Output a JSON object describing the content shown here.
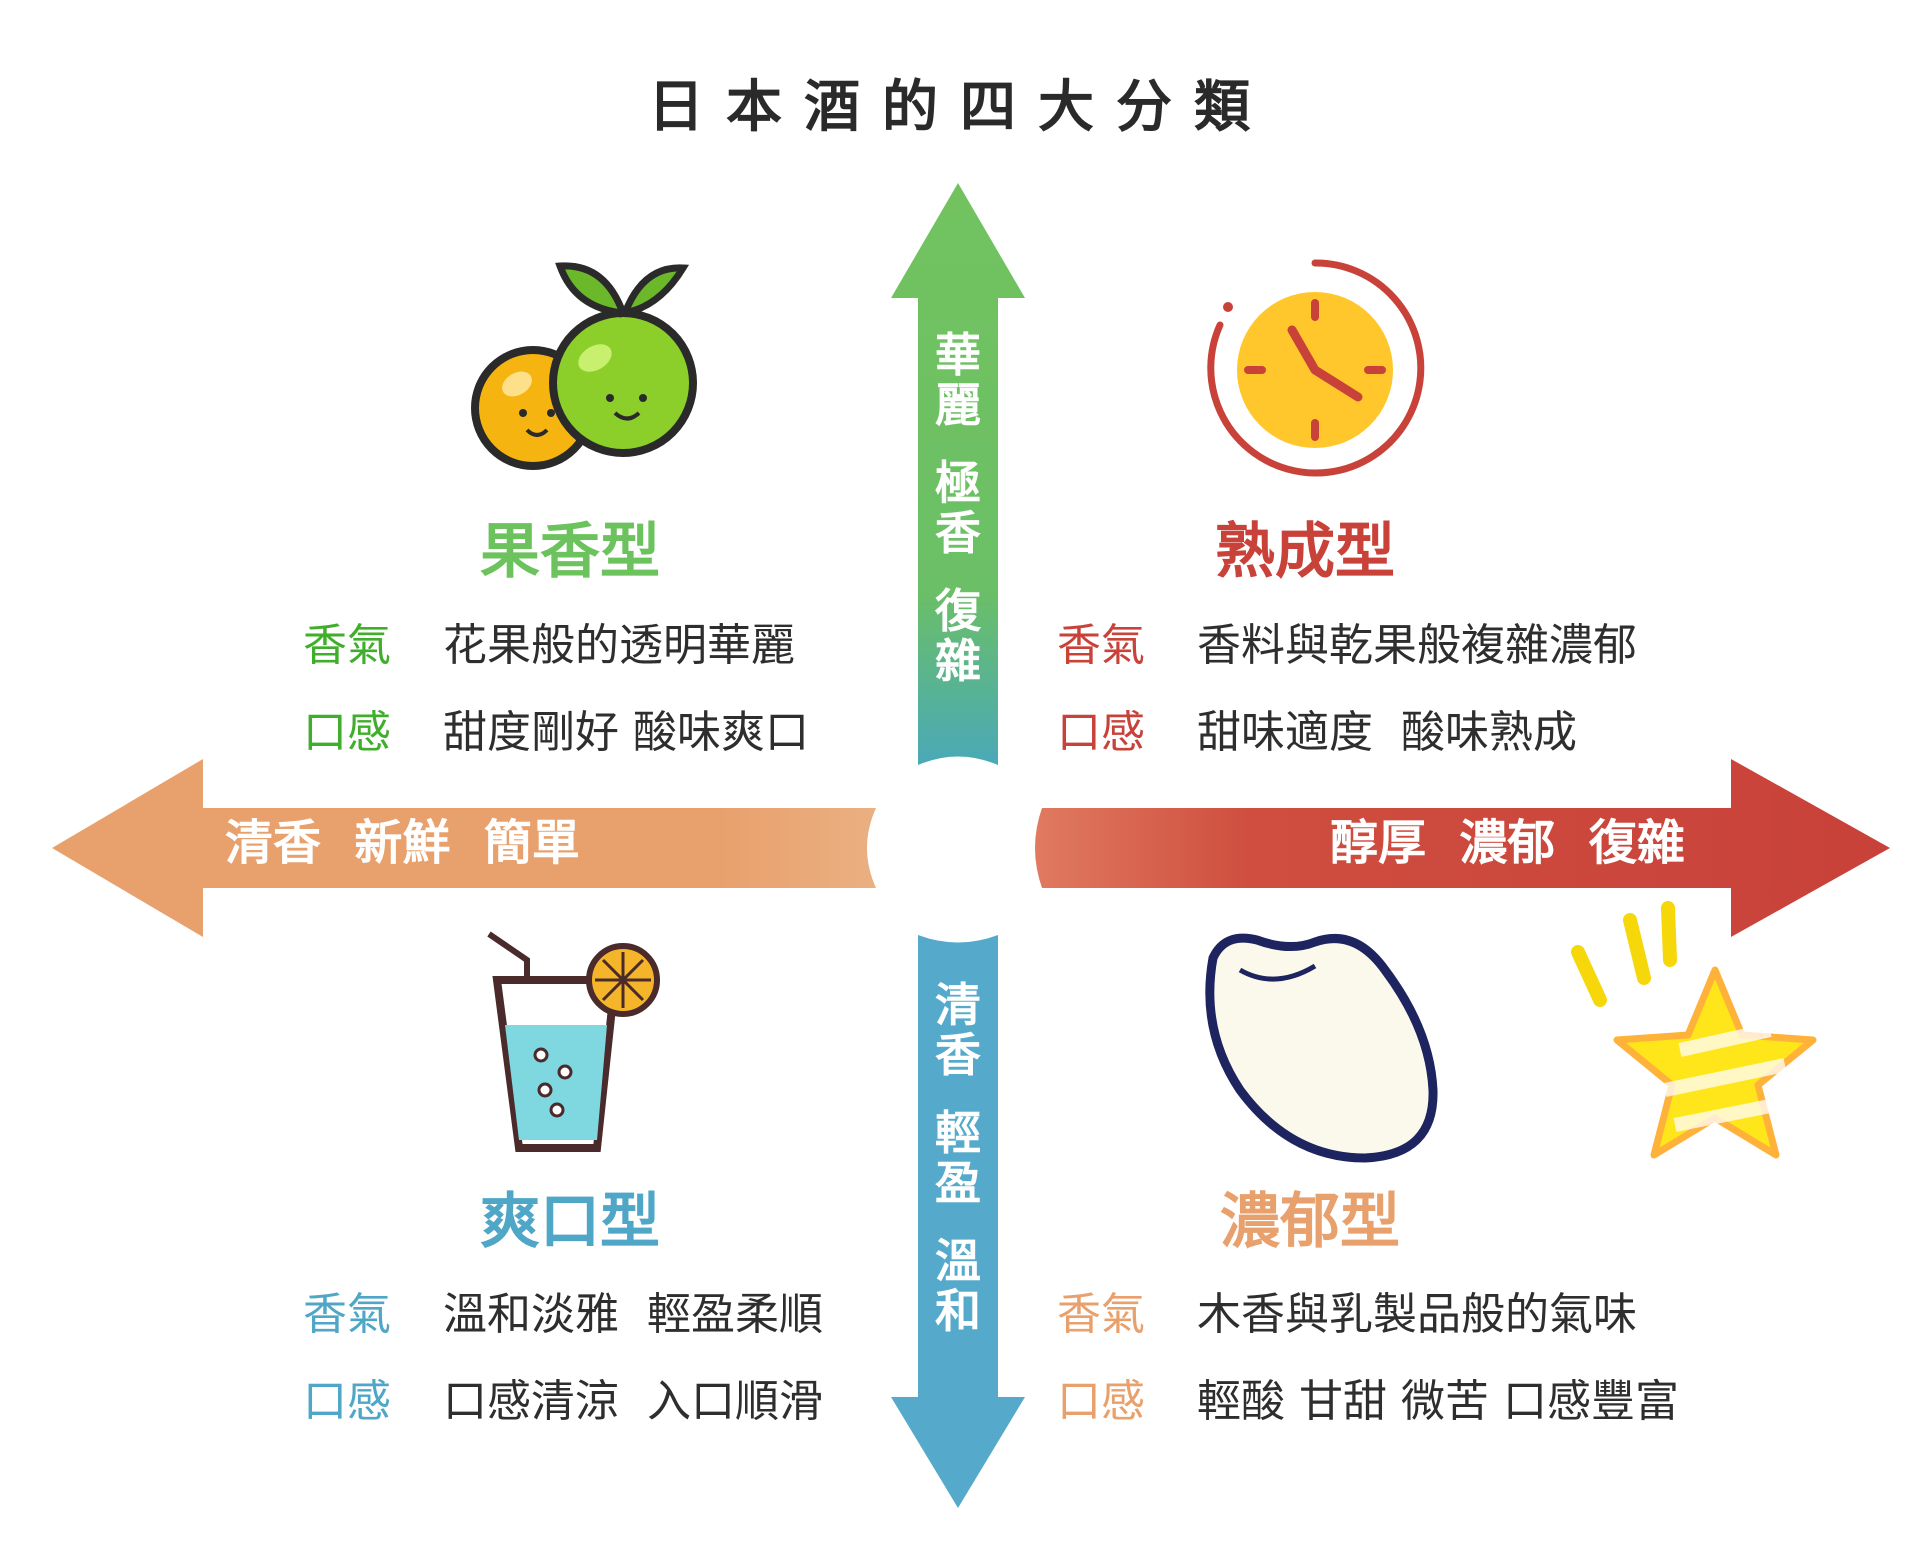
{
  "title": "日本酒的四大分類",
  "axes": {
    "up": "華麗 極香 復雜",
    "down": "清香 輕盈 溫和",
    "left": "清香  新鮮  簡單",
    "right": "醇厚  濃郁  復雜"
  },
  "quadrants": {
    "fruity": {
      "title": "果香型",
      "aroma_label": "香氣",
      "aroma": "花果般的透明華麗",
      "taste_label": "口感",
      "taste": "甜度剛好 酸味爽口"
    },
    "aged": {
      "title": "熟成型",
      "aroma_label": "香氣",
      "aroma": "香料與乾果般複雜濃郁",
      "taste_label": "口感",
      "taste": "甜味適度  酸味熟成"
    },
    "light": {
      "title": "爽口型",
      "aroma_label": "香氣",
      "aroma": "溫和淡雅  輕盈柔順",
      "taste_label": "口感",
      "taste": "口感清涼  入口順滑"
    },
    "rich": {
      "title": "濃郁型",
      "aroma_label": "香氣",
      "aroma": "木香與乳製品般的氣味",
      "taste_label": "口感",
      "taste": "輕酸 甘甜 微苦 口感豐富"
    }
  },
  "icons": {
    "fruity": "fruit-icon",
    "aged": "clock-icon",
    "light": "drink-icon",
    "rich": "rice-grain-icon",
    "star": "star-icon"
  },
  "colors": {
    "green": "#6cc35e",
    "blue": "#4fa6c6",
    "orange": "#e8a06c",
    "red": "#c9423a",
    "text": "#2e2e2e"
  }
}
